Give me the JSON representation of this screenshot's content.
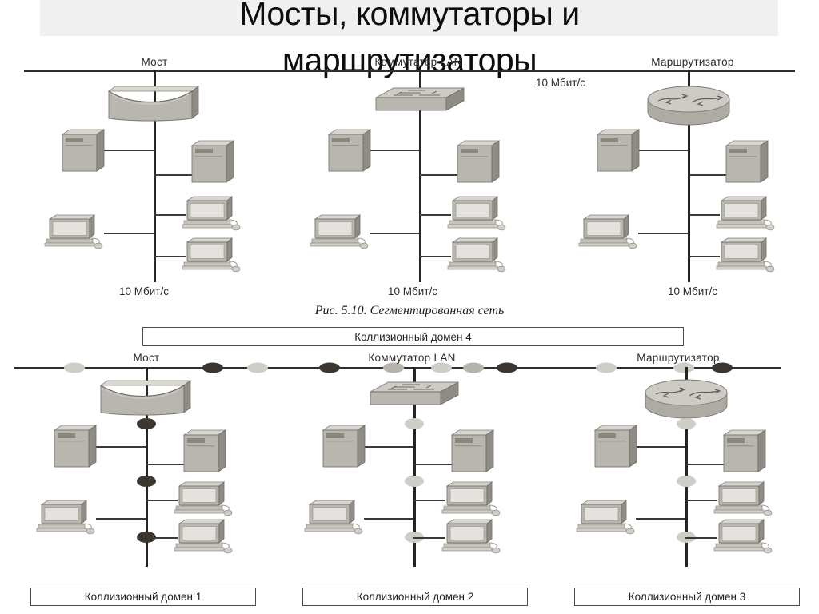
{
  "slide": {
    "title": "Мосты, коммутаторы и\nмаршрутизаторы",
    "band_color": "#f0f0f0"
  },
  "figure_top": {
    "caption": "Рис. 5.10. Сегментированная сеть",
    "device_labels": {
      "bridge": "Мост",
      "switch": "Коммутатор LAN",
      "router": "Маршрутизатор"
    },
    "speed_top": "10 Мбит/с",
    "speed_bottom": [
      "10 Мбит/с",
      "10 Мбит/с",
      "10 Мбит/с"
    ]
  },
  "figure_bottom": {
    "device_labels": {
      "bridge": "Мост",
      "switch": "Коммутатор LAN",
      "router": "Маршрутизатор"
    },
    "domain_top": "Коллизионный домен 4",
    "domains": [
      "Коллизионный домен 1",
      "Коллизионный домен 2",
      "Коллизионный домен 3"
    ]
  },
  "colors": {
    "line": "#2e2e2e",
    "marker_dark": "#3b3630",
    "marker_light": "#cfcdc8",
    "device_fill": "#b9b6b0",
    "device_top": "#d7d5d0",
    "device_side": "#8f8c86",
    "screen": "#e3e2de"
  },
  "icon_names": {
    "bridge": "bridge-icon",
    "switch": "lan-switch-icon",
    "router": "router-icon",
    "server": "server-icon",
    "pc": "desktop-computer-icon"
  }
}
